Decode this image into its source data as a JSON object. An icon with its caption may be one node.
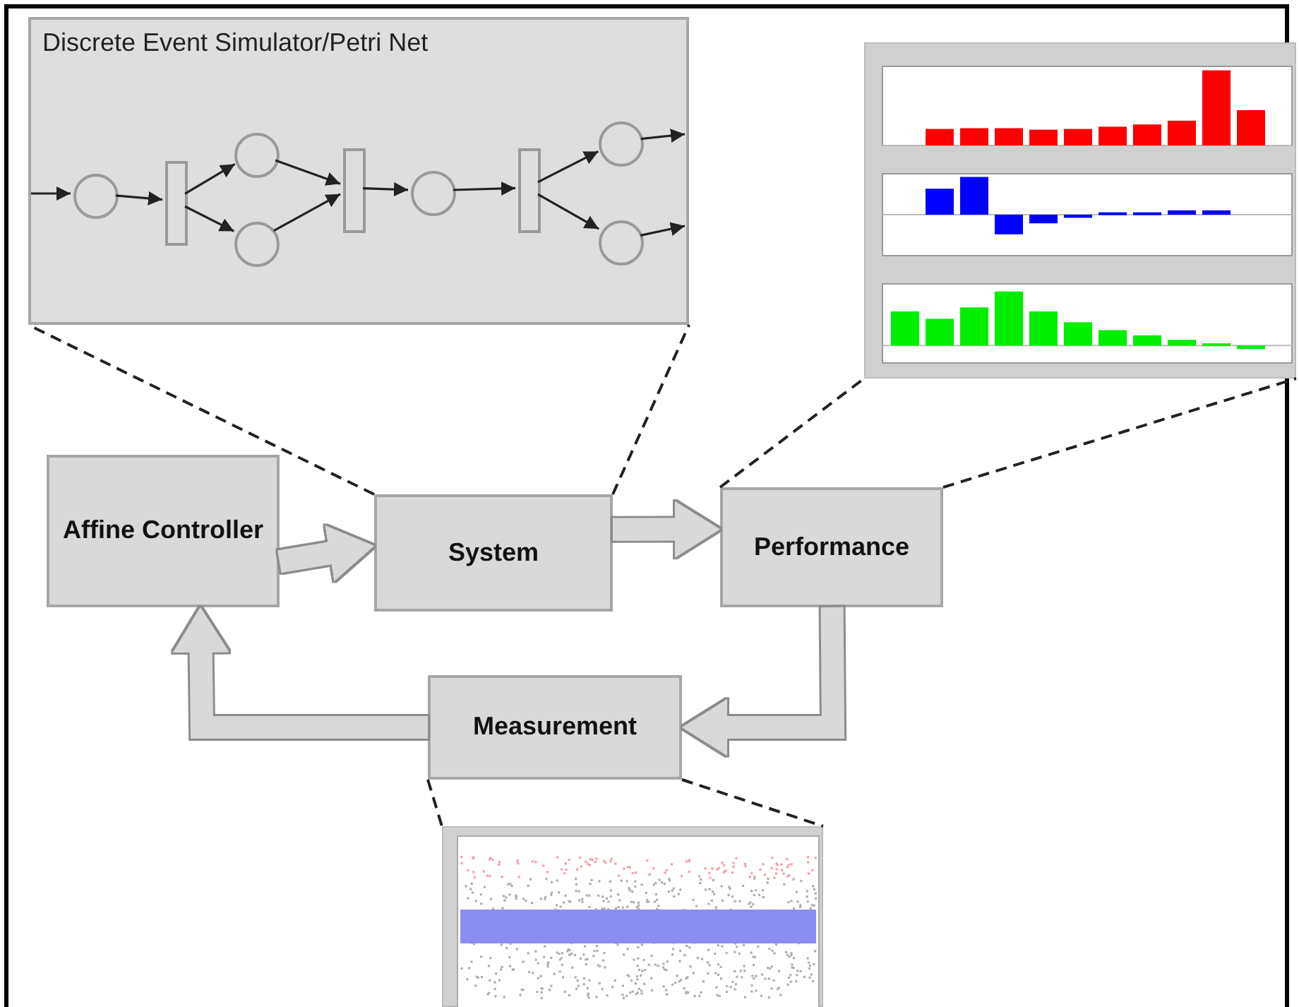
{
  "diagram": {
    "nodes": [
      {
        "text": [
          "Discrete Event Simulator/Petri Net"
        ]
      },
      {
        "text": [],
        "shape": "circle",
        "in": 0
      },
      {
        "text": [],
        "shape": "bar",
        "in": 0
      },
      {
        "text": [],
        "shape": "circle",
        "in": 0
      },
      {
        "text": [],
        "shape": "circle",
        "in": 0
      },
      {
        "text": [],
        "shape": "bar",
        "in": 0
      },
      {
        "text": [],
        "shape": "circle",
        "in": 0
      },
      {
        "text": [],
        "shape": "bar",
        "in": 0
      },
      {
        "text": [],
        "shape": "circle",
        "in": 0
      },
      {
        "text": [],
        "shape": "circle",
        "in": 0
      },
      {
        "text": [],
        "shape": "picture"
      },
      {
        "text": [
          "Affine Controller"
        ]
      },
      {
        "text": [
          "System"
        ]
      },
      {
        "text": [
          "Performance"
        ]
      },
      {
        "text": [
          "Measurement"
        ]
      },
      {
        "text": [],
        "shape": "picture"
      }
    ],
    "edges": [
      {
        "from": null,
        "to": 1,
        "arrow": "to"
      },
      {
        "from": 1,
        "to": 2,
        "arrow": "to"
      },
      {
        "from": 2,
        "to": 3,
        "arrow": "to"
      },
      {
        "from": 2,
        "to": 4,
        "arrow": "to"
      },
      {
        "from": 3,
        "to": 5,
        "arrow": "to"
      },
      {
        "from": 4,
        "to": 5,
        "arrow": "to"
      },
      {
        "from": 5,
        "to": 6,
        "arrow": "to"
      },
      {
        "from": 6,
        "to": 7,
        "arrow": "to"
      },
      {
        "from": 7,
        "to": 8,
        "arrow": "to"
      },
      {
        "from": 7,
        "to": 9,
        "arrow": "to"
      },
      {
        "from": 8,
        "to": null,
        "arrow": "to"
      },
      {
        "from": 9,
        "to": null,
        "arrow": "to"
      },
      {
        "from": 12,
        "to": 0,
        "arrow": "none",
        "style": "dashed"
      },
      {
        "from": 12,
        "to": 0,
        "arrow": "none",
        "style": "dashed"
      },
      {
        "from": 13,
        "to": 10,
        "arrow": "none",
        "style": "dashed"
      },
      {
        "from": 13,
        "to": 10,
        "arrow": "none",
        "style": "dashed"
      },
      {
        "from": 14,
        "to": 15,
        "arrow": "none",
        "style": "dashed"
      },
      {
        "from": 14,
        "to": 15,
        "arrow": "none",
        "style": "dashed"
      },
      {
        "from": 11,
        "to": 12,
        "arrow": "to",
        "style": "thick",
        "color": "#d9d9d9"
      },
      {
        "from": 12,
        "to": 13,
        "arrow": "to",
        "style": "thick",
        "color": "#d9d9d9"
      },
      {
        "from": 13,
        "to": 14,
        "arrow": "to",
        "style": "thick",
        "color": "#d9d9d9"
      },
      {
        "from": 14,
        "to": 11,
        "arrow": "to",
        "style": "thick",
        "color": "#d9d9d9"
      }
    ]
  }
}
